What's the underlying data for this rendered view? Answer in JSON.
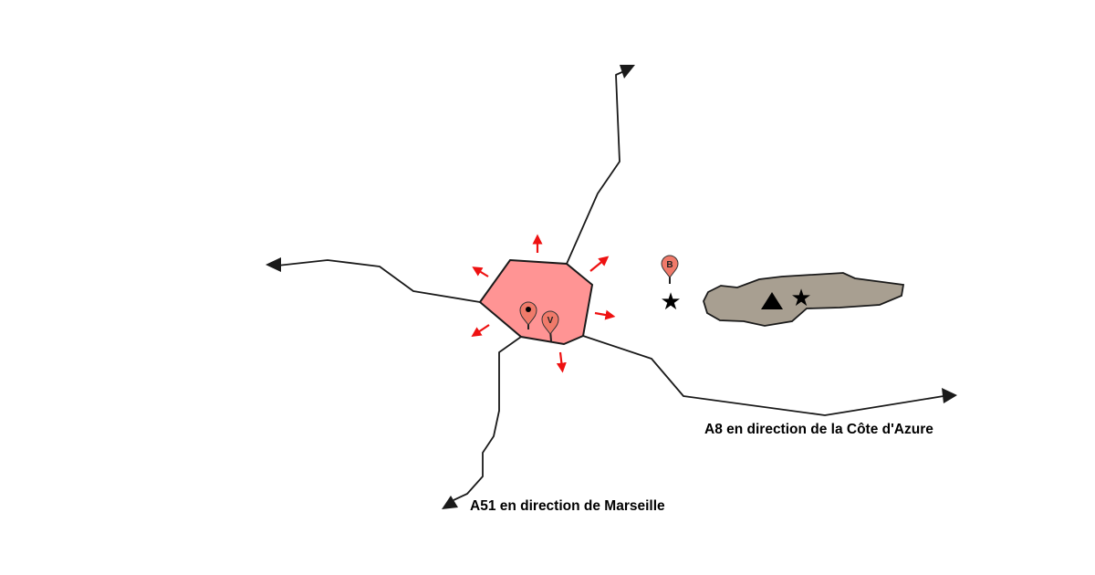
{
  "map": {
    "labels": {
      "a8": "A8 en direction de la Côte d'Azure",
      "a51": "A51 en direction de Marseille"
    },
    "pins": {
      "center": "",
      "v": "V",
      "b": "B"
    },
    "colors": {
      "city_fill": "#ff9494",
      "area_fill": "#a89f91",
      "expansion_arrows": "#ee1111",
      "pin_fill": "#f07a6a",
      "road": "#1a1a1a"
    }
  }
}
